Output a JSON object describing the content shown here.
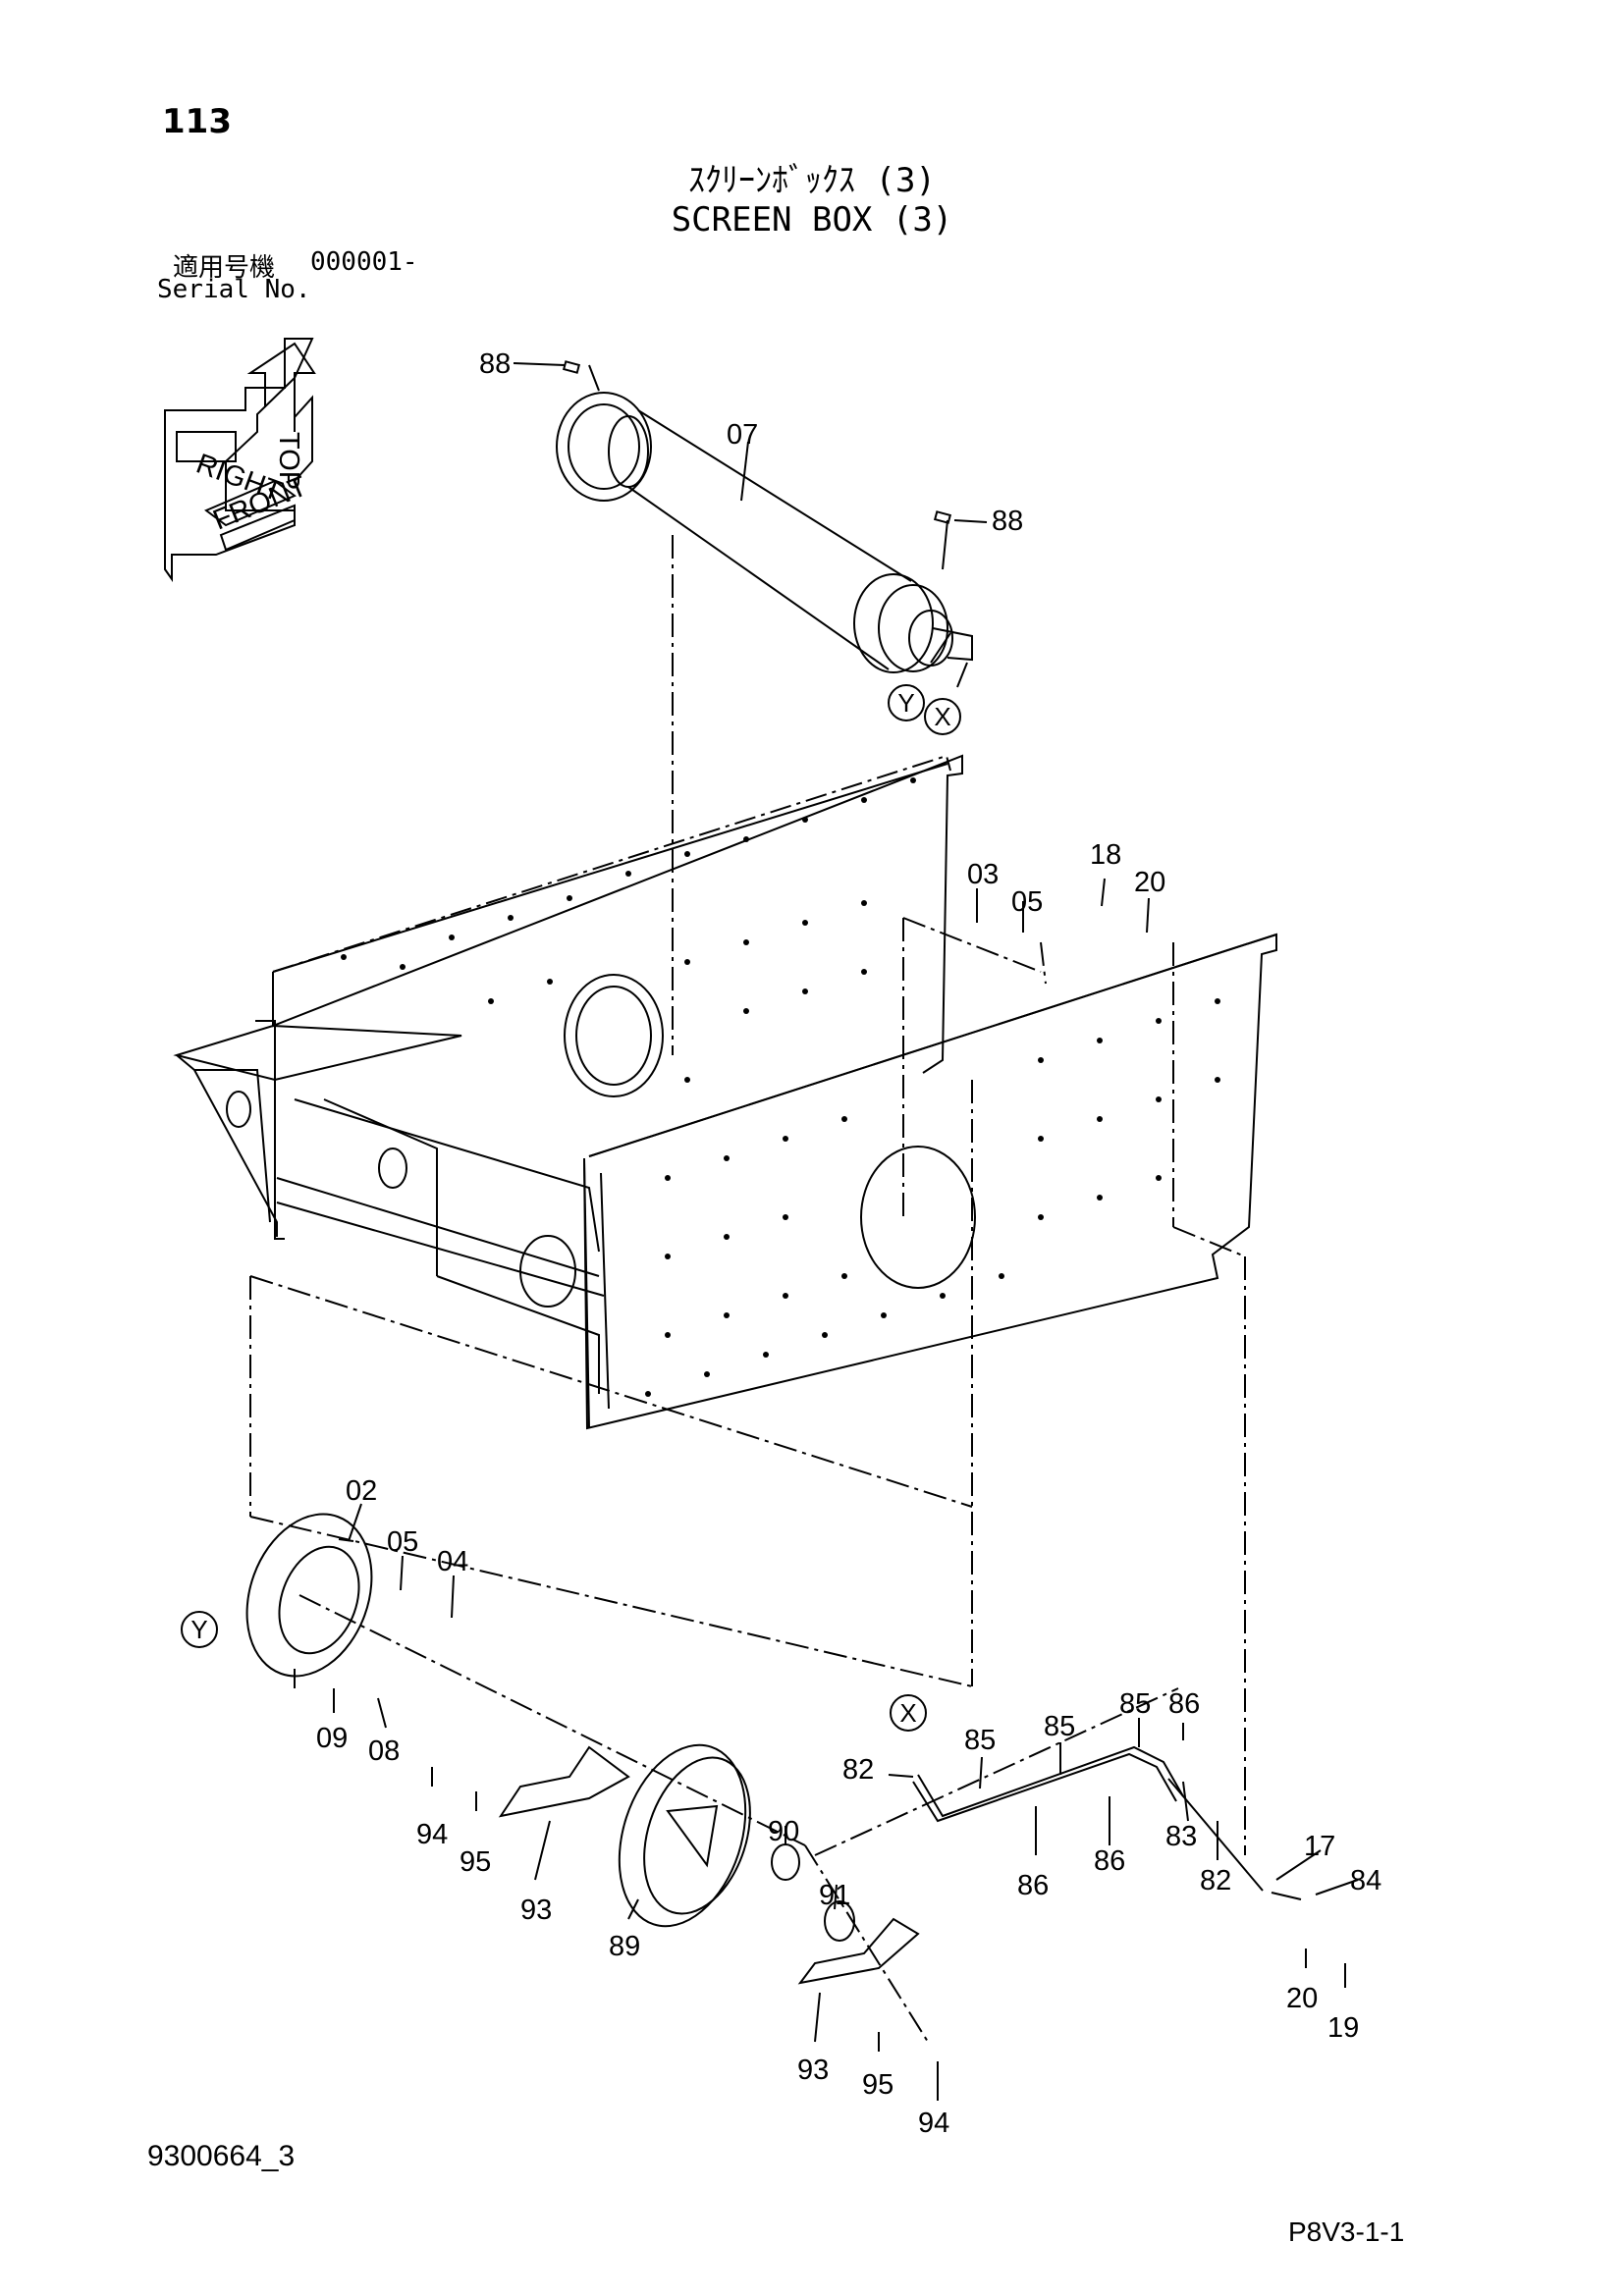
{
  "header": {
    "page_number": "113",
    "title_jp": "ｽｸﾘｰﾝﾎﾞｯｸｽ (3)",
    "title_en": "SCREEN BOX (3)",
    "serial_label_jp": "適用号機",
    "serial_value": "000001-",
    "serial_label_en": "Serial No."
  },
  "orientation_icon": {
    "labels": [
      "TOP",
      "RIGHT",
      "FRONT"
    ]
  },
  "reference_markers": [
    "X",
    "Y",
    "Y",
    "X"
  ],
  "part_labels": [
    "88",
    "07",
    "88",
    "03",
    "05",
    "18",
    "20",
    "02",
    "05",
    "04",
    "09",
    "08",
    "94",
    "95",
    "93",
    "89",
    "90",
    "91",
    "93",
    "95",
    "94",
    "82",
    "85",
    "85",
    "85",
    "86",
    "86",
    "86",
    "83",
    "82",
    "17",
    "84",
    "20",
    "19"
  ],
  "footer": {
    "drawing_code": "9300664_3",
    "page_code": "P8V3-1-1"
  }
}
